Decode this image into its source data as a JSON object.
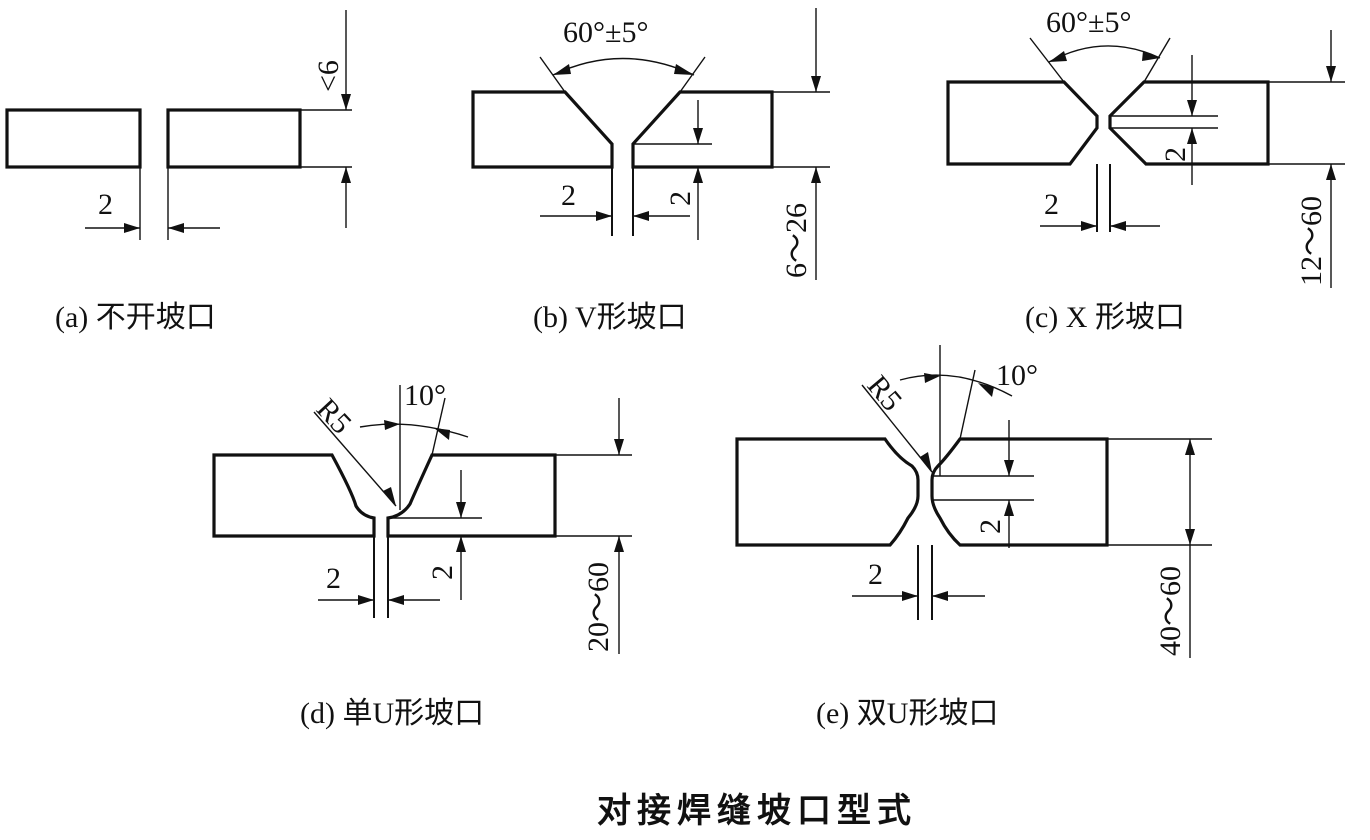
{
  "diagram_title": "对接焊缝坡口型式",
  "panels": {
    "a": {
      "caption": "(a) 不开坡口",
      "gap_label": "2",
      "thickness_label": "<6"
    },
    "b": {
      "caption": "(b) V形坡口",
      "angle_label": "60°±5°",
      "gap_label": "2",
      "root_label": "2",
      "thickness_label": "6～26"
    },
    "c": {
      "caption": "(c) X 形坡口",
      "angle_label": "60°±5°",
      "gap_label": "2",
      "root_label": "2",
      "thickness_label": "12～60"
    },
    "d": {
      "caption": "(d) 单U形坡口",
      "radius_label": "R5",
      "angle_label": "10°",
      "gap_label": "2",
      "root_label": "2",
      "thickness_label": "20～60"
    },
    "e": {
      "caption": "(e) 双U形坡口",
      "radius_label": "R5",
      "angle_label": "10°",
      "gap_label": "2",
      "root_label": "2",
      "thickness_label": "40～60"
    }
  }
}
